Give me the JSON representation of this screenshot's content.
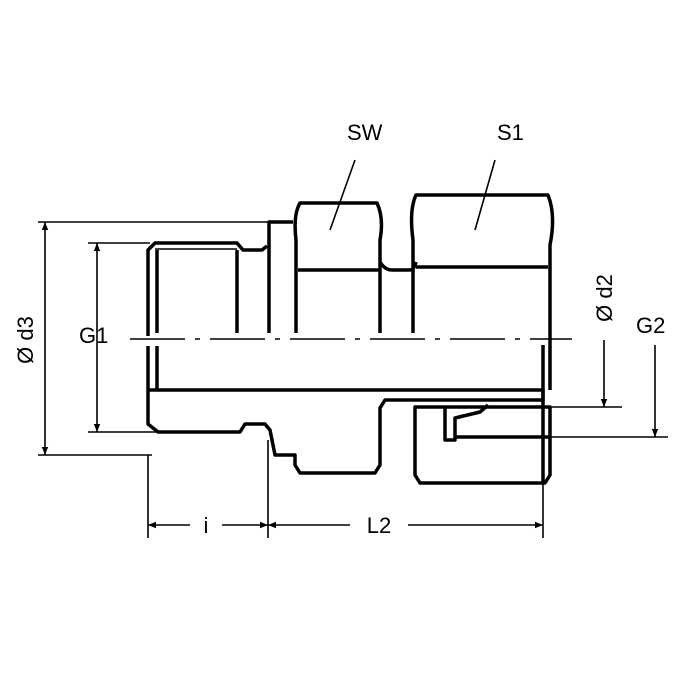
{
  "labels": {
    "sw": "SW",
    "s1": "S1",
    "d3": "Ø d3",
    "g1": "G1",
    "d2": "Ø d2",
    "g2": "G2",
    "i": "i",
    "l2": "L2"
  },
  "colors": {
    "line": "#000000",
    "background": "#ffffff"
  }
}
